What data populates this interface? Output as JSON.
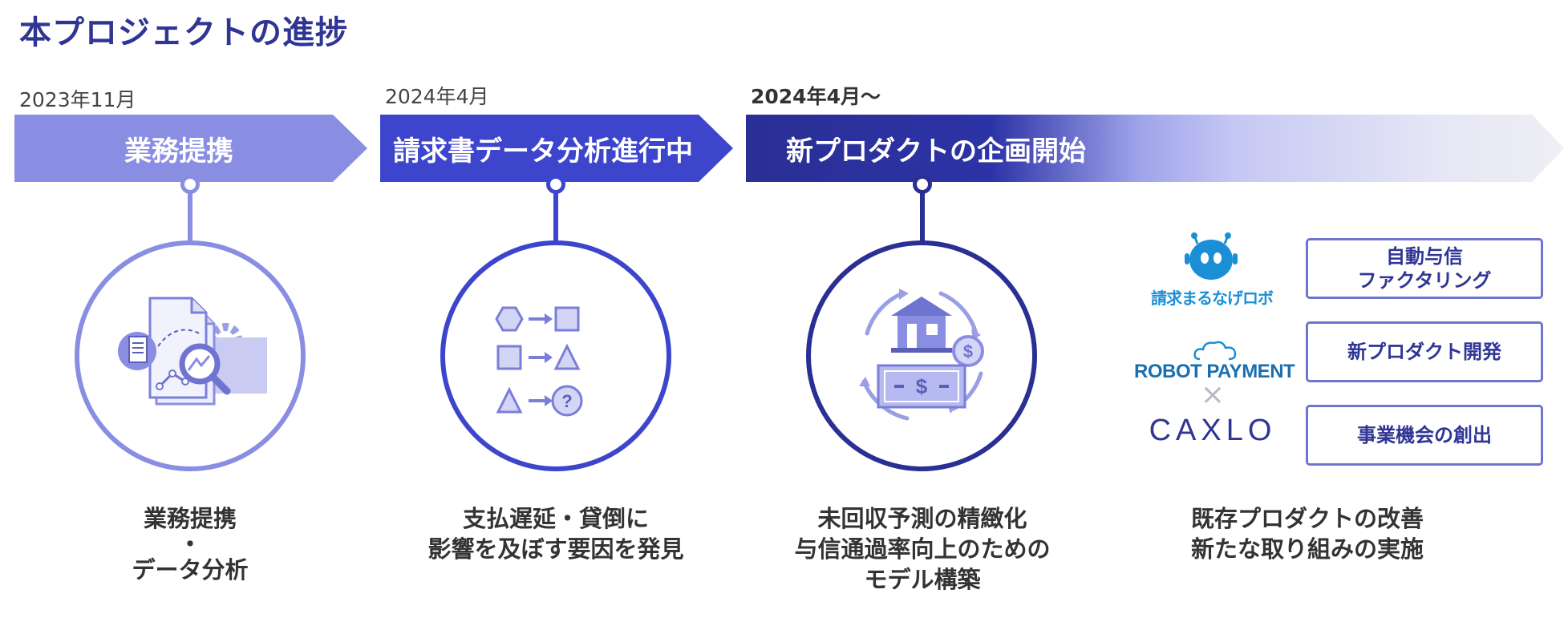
{
  "title": "本プロジェクトの進捗",
  "phases": [
    {
      "date": "2023年11月",
      "arrow_label": "業務提携",
      "caption_lines": [
        "業務提携",
        "・",
        "データ分析"
      ]
    },
    {
      "date": "2024年4月",
      "arrow_label": "請求書データ分析進行中",
      "caption_lines": [
        "支払遅延・貸倒に",
        "影響を及ぼす要因を発見"
      ]
    },
    {
      "date": "2024年4月〜",
      "arrow_label": "新プロダクトの企画開始",
      "caption_lines": [
        "未回収予測の精緻化",
        "与信通過率向上のための",
        "モデル構築"
      ]
    }
  ],
  "future": {
    "logos": {
      "robo": "請求まるなげロボ",
      "robot_payment": "ROBOT PAYMENT",
      "times": "×",
      "partner": "CAXLO"
    },
    "boxes": [
      {
        "lines": [
          "自動与信",
          "ファクタリング"
        ]
      },
      {
        "lines": [
          "新プロダクト開発"
        ]
      },
      {
        "lines": [
          "事業機会の創出"
        ]
      }
    ],
    "caption_lines": [
      "既存プロダクトの改善",
      "新たな取り組みの実施"
    ]
  },
  "colors": {
    "title": "#2f3594",
    "phase1": "#8a8ee3",
    "phase2": "#3c45cc",
    "phase3": "#2a2f94",
    "box_border": "#6f74d0"
  }
}
